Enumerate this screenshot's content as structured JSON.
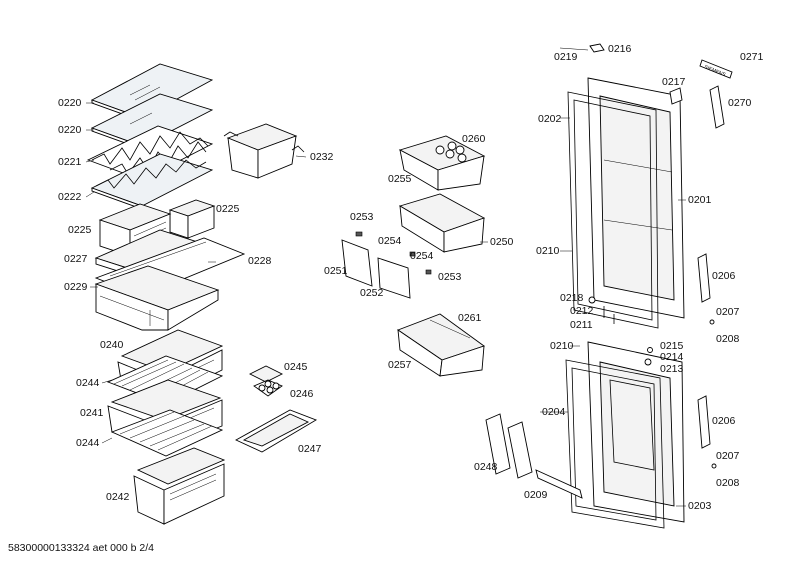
{
  "labels": {
    "l0220a": "0220",
    "l0220b": "0220",
    "l0221": "0221",
    "l0222": "0222",
    "l0225a": "0225",
    "l0225b": "0225",
    "l0227": "0227",
    "l0228": "0228",
    "l0229": "0229",
    "l0232": "0232",
    "l0240": "0240",
    "l0244a": "0244",
    "l0241": "0241",
    "l0244b": "0244",
    "l0242": "0242",
    "l0245": "0245",
    "l0246": "0246",
    "l0247": "0247",
    "l0260": "0260",
    "l0255": "0255",
    "l0253a": "0253",
    "l0254a": "0254",
    "l0250": "0250",
    "l0251": "0251",
    "l0252": "0252",
    "l0254b": "0254",
    "l0253b": "0253",
    "l0261": "0261",
    "l0257": "0257",
    "l0219": "0219",
    "l0216": "0216",
    "l0271": "0271",
    "l0217": "0217",
    "l0270": "0270",
    "l0202": "0202",
    "l0201": "0201",
    "l0210a": "0210",
    "l0206a": "0206",
    "l0218": "0218",
    "l0212": "0212",
    "l0211": "0211",
    "l0207a": "0207",
    "l0208a": "0208",
    "l0210b": "0210",
    "l0215": "0215",
    "l0214": "0214",
    "l0213": "0213",
    "l0204": "0204",
    "l0206b": "0206",
    "l0248": "0248",
    "l0209": "0209",
    "l0207b": "0207",
    "l0208b": "0208",
    "l0203": "0203"
  },
  "logo_text": "SIEMENS",
  "footer": "58300000133324 aet 000 b 2/4"
}
